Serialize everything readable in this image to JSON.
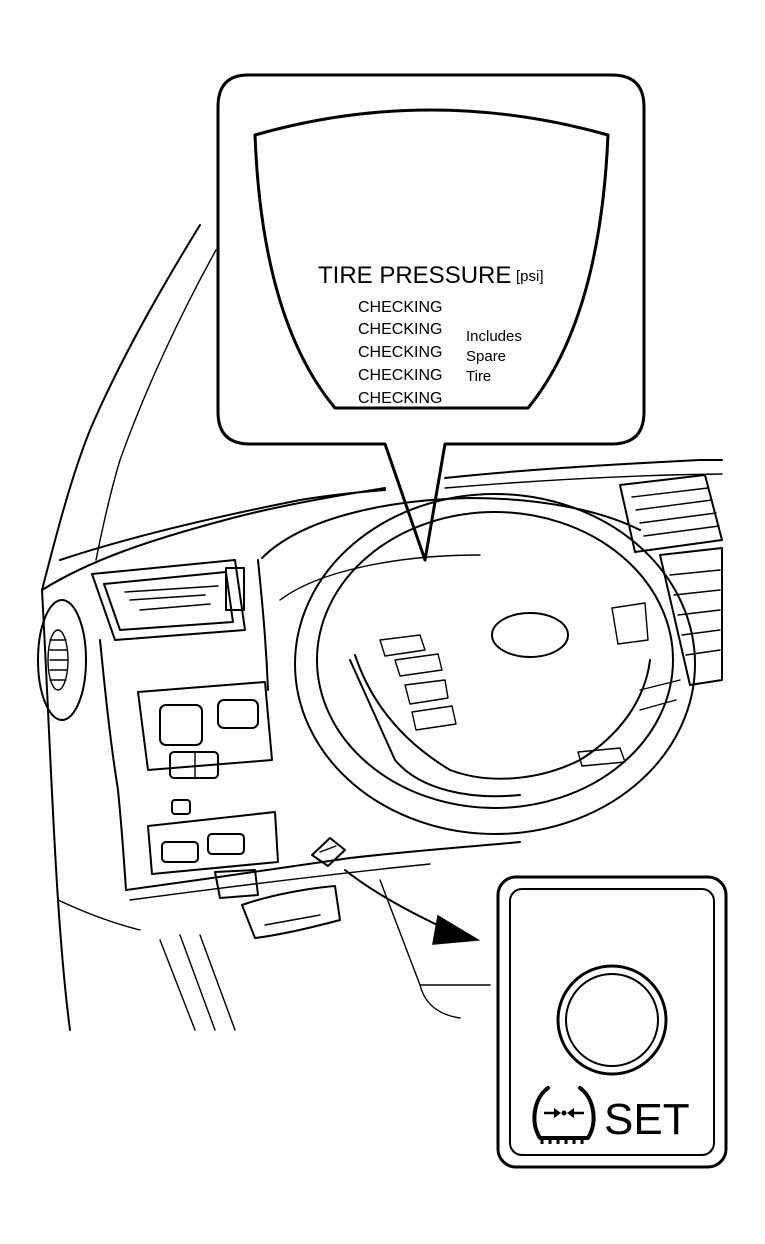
{
  "display": {
    "title": "TIRE PRESSURE",
    "unit": "[psi]",
    "rows": [
      "CHECKING",
      "CHECKING",
      "CHECKING",
      "CHECKING",
      "CHECKING"
    ],
    "note": [
      "Includes",
      "Spare",
      "Tire"
    ]
  },
  "set_button": {
    "label": "SET",
    "icon": "tire-pressure-warning-icon"
  }
}
